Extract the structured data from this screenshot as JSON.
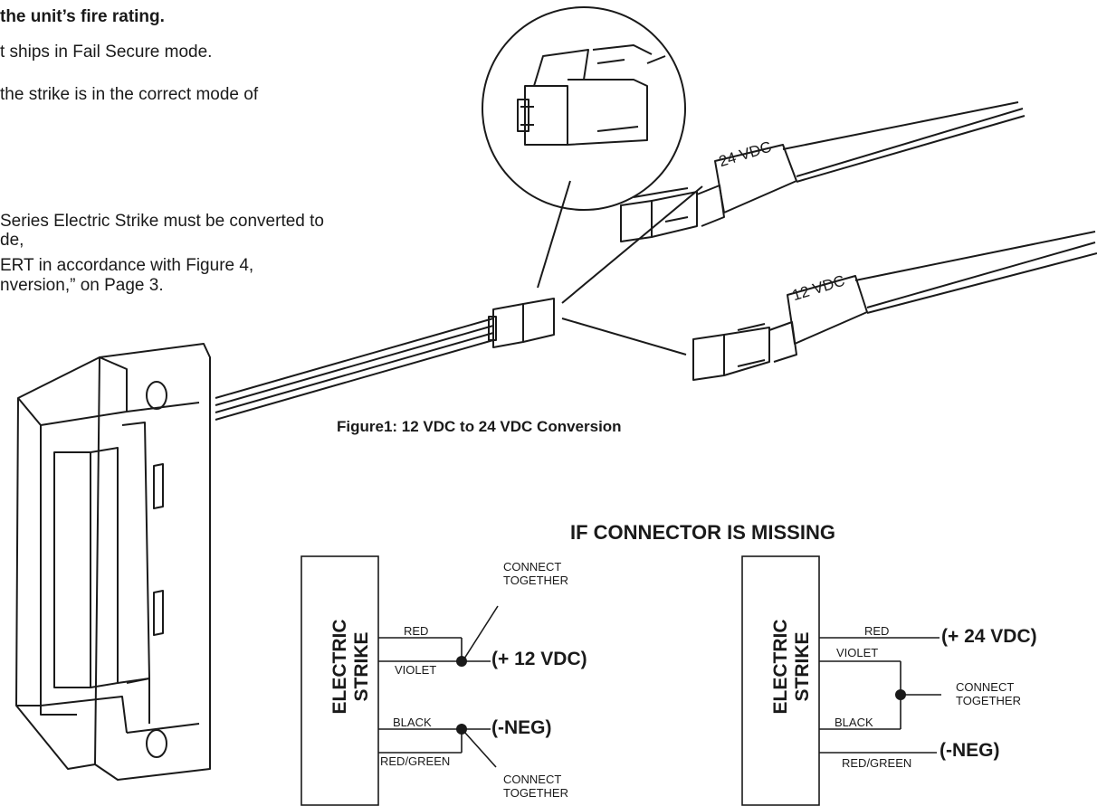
{
  "instructions": {
    "line1": "the unit’s fire rating.",
    "line2": "t ships in Fail Secure mode.",
    "line3": "the strike is in the correct mode of",
    "line4": "Series Electric Strike must be converted to",
    "line5": "de,",
    "line6": "ERT in accordance with Figure 4,",
    "line7": "nversion,” on Page 3."
  },
  "figure1": {
    "caption": "Figure1: 12 VDC to 24 VDC Conversion",
    "label_24": "24 VDC",
    "label_12": "12 VDC"
  },
  "wiring": {
    "heading": "IF CONNECTOR IS MISSING",
    "left": {
      "strike_label_1": "ELECTRIC",
      "strike_label_2": "STRIKE",
      "red": "RED",
      "violet": "VIOLET",
      "black": "BLACK",
      "red_green": "RED/GREEN",
      "connect_top_1": "CONNECT",
      "connect_top_2": "TOGETHER",
      "connect_bottom_1": "CONNECT",
      "connect_bottom_2": "TOGETHER",
      "pos": "(+ 12 VDC)",
      "neg": "(-NEG)"
    },
    "right": {
      "strike_label_1": "ELECTRIC",
      "strike_label_2": "STRIKE",
      "red": "RED",
      "violet": "VIOLET",
      "black": "BLACK",
      "red_green": "RED/GREEN",
      "connect_1": "CONNECT",
      "connect_2": "TOGETHER",
      "pos": "(+ 24 VDC)",
      "neg": "(-NEG)"
    }
  }
}
